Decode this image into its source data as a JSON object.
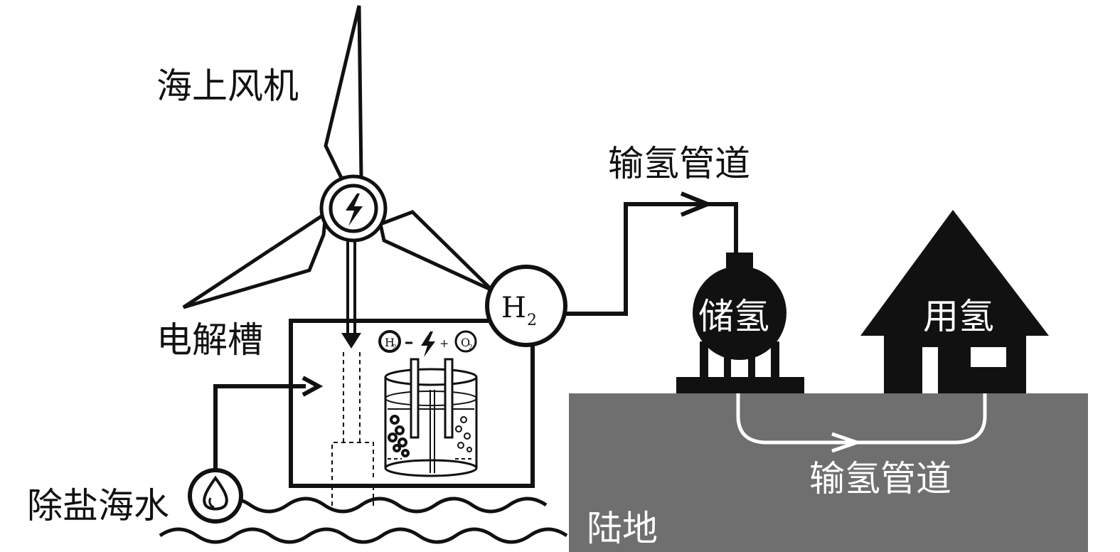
{
  "labels": {
    "wind_turbine": "海上风机",
    "electrolyzer": "电解槽",
    "desalinated_water": "除盐海水",
    "pipeline_top": "输氢管道",
    "h2_main": "H",
    "h2_sub": "2",
    "storage": "储氢",
    "usage": "用氢",
    "pipeline_bottom": "输氢管道",
    "land": "陆地",
    "reaction_h": "H",
    "reaction_h_sub": "2",
    "reaction_o": "O",
    "reaction_o_sub": "2"
  },
  "colors": {
    "ink": "#111111",
    "land": "#6f6f6f",
    "pipe_underground": "#ffffff",
    "background": "#ffffff"
  }
}
